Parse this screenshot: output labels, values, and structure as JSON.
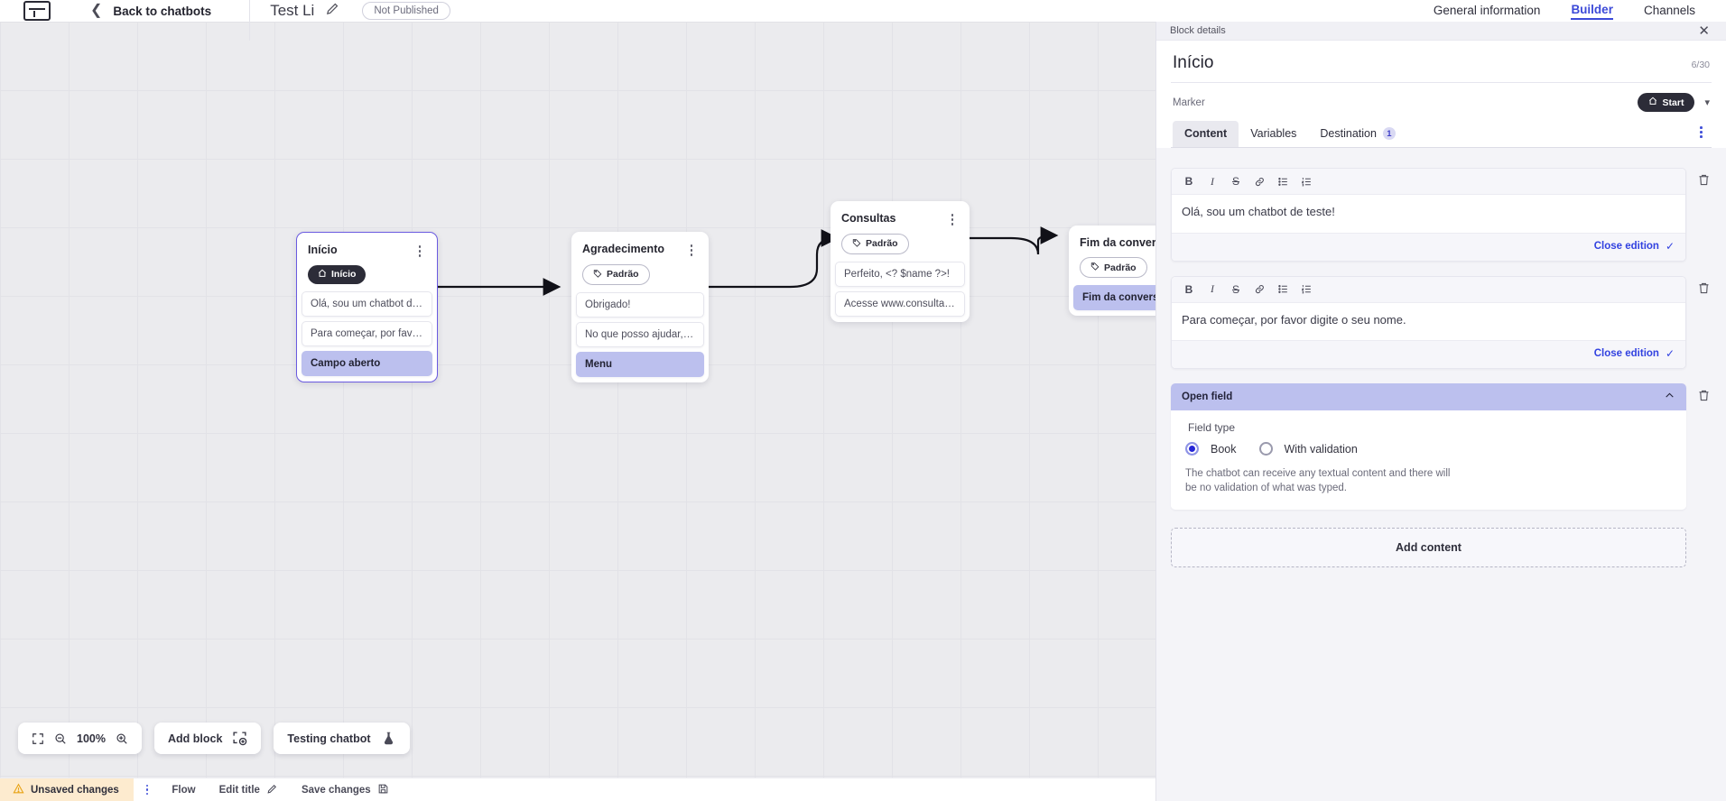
{
  "topbar": {
    "logo_icon": "logo-icon",
    "back_chevron_icon": "chevron-left-icon",
    "back_label": "Back to chatbots",
    "bot_title": "Test Li",
    "edit_title_icon": "pencil-icon",
    "publish_status": "Not Published",
    "tabs": [
      {
        "label": "General information",
        "active": false
      },
      {
        "label": "Builder",
        "active": true
      },
      {
        "label": "Channels",
        "active": false
      }
    ]
  },
  "canvas": {
    "nodes": [
      {
        "title": "Início",
        "chip": "Início",
        "chip_style": "dark",
        "chip_icon": "home-icon",
        "selected": true,
        "rows": [
          {
            "text": "Olá, sou um chatbot de teste!",
            "highlight": false
          },
          {
            "text": "Para começar, por favor digite o ...",
            "highlight": false
          },
          {
            "text": "Campo aberto",
            "highlight": true
          }
        ]
      },
      {
        "title": "Agradecimento",
        "chip": "Padrão",
        "chip_style": "outline",
        "chip_icon": "tag-icon",
        "selected": false,
        "rows": [
          {
            "text": "Obrigado!",
            "highlight": false
          },
          {
            "text": "No que posso ajudar, <? $name ...",
            "highlight": false
          },
          {
            "text": "Menu",
            "highlight": true
          }
        ]
      },
      {
        "title": "Consultas",
        "chip": "Padrão",
        "chip_style": "outline",
        "chip_icon": "tag-icon",
        "selected": false,
        "rows": [
          {
            "text": "Perfeito, <? $name ?>!",
            "highlight": false
          },
          {
            "text": "Acesse www.consultas.com par...",
            "highlight": false
          }
        ]
      },
      {
        "title": "Fim da conversa",
        "chip": "Padrão",
        "chip_style": "outline",
        "chip_icon": "tag-icon",
        "selected": false,
        "rows": [
          {
            "text": "Fim da conversa",
            "highlight": true
          }
        ]
      }
    ]
  },
  "bottom_tools": {
    "fit_icon": "fit-screen-icon",
    "zoom_out_icon": "zoom-out-icon",
    "zoom_level": "100%",
    "zoom_in_icon": "zoom-in-icon",
    "add_block_label": "Add block",
    "add_block_icon": "add-block-icon",
    "testing_label": "Testing chatbot",
    "testing_icon": "flask-icon"
  },
  "statusbar": {
    "warning_icon": "warning-icon",
    "unsaved_label": "Unsaved changes",
    "kebab_icon": "kebab-icon",
    "flow_label": "Flow",
    "edit_title_label": "Edit title",
    "edit_title_icon": "pencil-icon",
    "save_label": "Save changes",
    "save_icon": "save-icon"
  },
  "panel": {
    "header_label": "Block details",
    "close_icon": "close-icon",
    "block_title": "Início",
    "char_count": "6/30",
    "marker_label": "Marker",
    "marker_chip": "Start",
    "marker_chip_icon": "home-icon",
    "marker_caret_icon": "chevron-down-icon",
    "tabs": [
      {
        "label": "Content",
        "active": true,
        "badge": ""
      },
      {
        "label": "Variables",
        "active": false,
        "badge": ""
      },
      {
        "label": "Destination",
        "active": false,
        "badge": "1"
      }
    ],
    "tabs_kebab_icon": "kebab-icon",
    "rt_buttons": [
      {
        "glyph": "B",
        "name": "bold-icon"
      },
      {
        "glyph": "I",
        "name": "italic-icon"
      },
      {
        "glyph": "S",
        "name": "strikethrough-icon"
      },
      {
        "glyph": "⧉",
        "name": "link-icon"
      },
      {
        "glyph": "☰",
        "name": "bulleted-list-icon"
      },
      {
        "glyph": "☰",
        "name": "numbered-list-icon"
      }
    ],
    "editors": [
      {
        "text": "Olá, sou um chatbot de teste!",
        "close_label": "Close edition"
      },
      {
        "text": "Para começar, por favor digite o seu nome.",
        "close_label": "Close edition"
      }
    ],
    "open_field": {
      "header": "Open field",
      "collapse_icon": "chevron-up-icon",
      "delete_icon": "trash-icon",
      "field_type_label": "Field type",
      "options": [
        {
          "label": "Book",
          "selected": true
        },
        {
          "label": "With validation",
          "selected": false
        }
      ],
      "description": "The chatbot can receive any textual content and there will be no validation of what was typed."
    },
    "add_content_label": "Add content"
  },
  "colors": {
    "accent": "#3242e0",
    "node_highlight": "#bcc0ee",
    "chip_dark": "#2c2c38",
    "warning_bg": "#fdebcf",
    "radio_on": "#2626d6"
  }
}
